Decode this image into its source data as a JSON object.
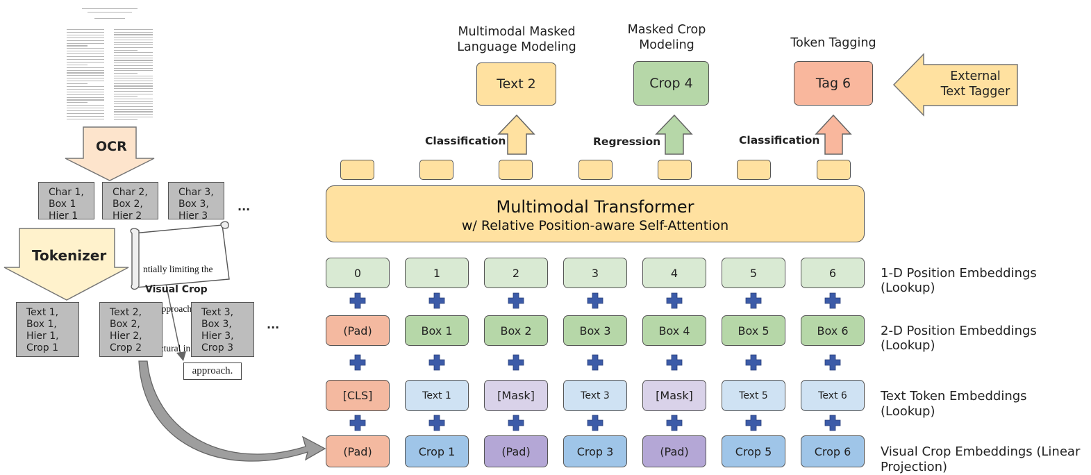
{
  "pipeline": {
    "ocr": "OCR",
    "tokenizer": "Tokenizer",
    "visual_crop": "Visual Crop",
    "char_cells": [
      "Char 1,\nBox 1\nHier 1",
      "Char 2,\nBox 2,\nHier 2",
      "Char 3,\nBox 3,\nHier 3"
    ],
    "token_cells": [
      "Text 1,\nBox 1,\nHier 1,\nCrop 1",
      "Text 2,\nBox 2,\nHier 2,\nCrop 2",
      "Text 3,\nBox 3,\nHier 3,\nCrop 3"
    ],
    "ellipsis": "...",
    "scroll_lines": [
      "ntially limiting the",
      "ion approach.",
      " structural inform"
    ],
    "crop_word": "approach."
  },
  "heads": {
    "mlm_title": "Multimodal Masked\nLanguage Modeling",
    "mlm_target": "Text 2",
    "mlm_task": "Classification",
    "crop_title": "Masked Crop\nModeling",
    "crop_target": "Crop 4",
    "crop_task": "Regression",
    "tag_title": "Token Tagging",
    "tag_target": "Tag 6",
    "tag_task": "Classification",
    "external": "External\nText Tagger"
  },
  "transformer": {
    "title": "Multimodal Transformer",
    "subtitle": "w/ Relative Position-aware Self-Attention"
  },
  "embeddings": {
    "pos1d": [
      "0",
      "1",
      "2",
      "3",
      "4",
      "5",
      "6"
    ],
    "pos2d": [
      "(Pad)",
      "Box 1",
      "Box 2",
      "Box 3",
      "Box 4",
      "Box 5",
      "Box 6"
    ],
    "text": [
      "[CLS]",
      "Text 1",
      "[Mask]",
      "Text 3",
      "[Mask]",
      "Text 5",
      "Text 6"
    ],
    "crop": [
      "(Pad)",
      "Crop 1",
      "(Pad)",
      "Crop 3",
      "(Pad)",
      "Crop 5",
      "Crop 6"
    ],
    "labels": {
      "pos1d": "1-D Position Embeddings (Lookup)",
      "pos2d": "2-D Position Embeddings (Lookup)",
      "text": "Text Token Embeddings\n(Lookup)",
      "crop": "Visual Crop Embeddings (Linear\nProjection)"
    }
  },
  "colors": {
    "transformer": "#ffe1a0",
    "plus": "#3c5ba8",
    "arrow_yellow": "#ffe1a0",
    "arrow_green": "#b6d7a8",
    "arrow_peach": "#f9b79d"
  }
}
